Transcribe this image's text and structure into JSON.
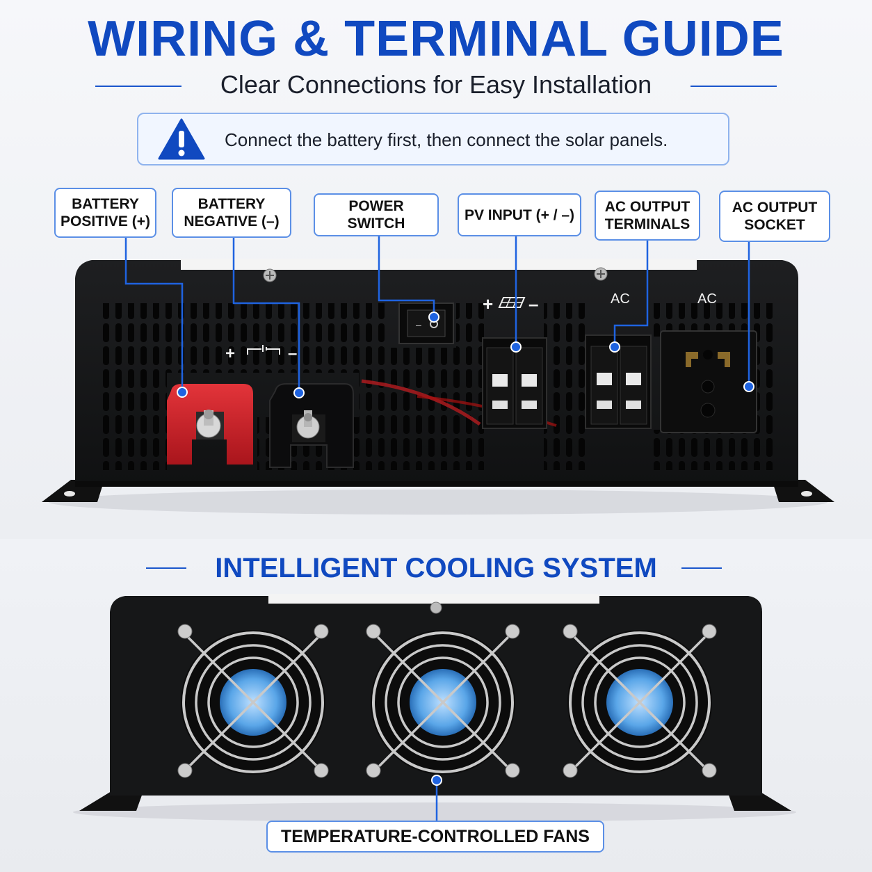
{
  "header": {
    "title": "WIRING & TERMINAL GUIDE",
    "subtitle": "Clear Connections for Easy Installation"
  },
  "notice": {
    "icon": "warning-triangle-icon",
    "text": "Connect the battery first, then connect the solar panels."
  },
  "terminals": {
    "battery_positive": "BATTERY\nPOSITIVE (+)",
    "battery_negative": "BATTERY\nNEGATIVE (–)",
    "power_switch": "POWER SWITCH",
    "pv_input": "PV INPUT (+ / –)",
    "ac_output_terminals": "AC OUTPUT\nTERMINALS",
    "ac_output_socket": "AC OUTPUT\nSOCKET"
  },
  "panel_markings": {
    "battery_polarity_plus": "+",
    "battery_polarity_minus": "–",
    "pv_plus": "+",
    "pv_minus": "–",
    "ac_terminals": "AC",
    "ac_socket": "AC"
  },
  "cooling": {
    "title": "INTELLIGENT COOLING SYSTEM",
    "fans_label": "TEMPERATURE-CONTROLLED FANS"
  },
  "colors": {
    "brand_blue": "#1049c0",
    "accent_blue": "#1a56cc",
    "label_border": "#5b8fe6",
    "positive_red": "#d3262d",
    "housing_black": "#151617"
  }
}
